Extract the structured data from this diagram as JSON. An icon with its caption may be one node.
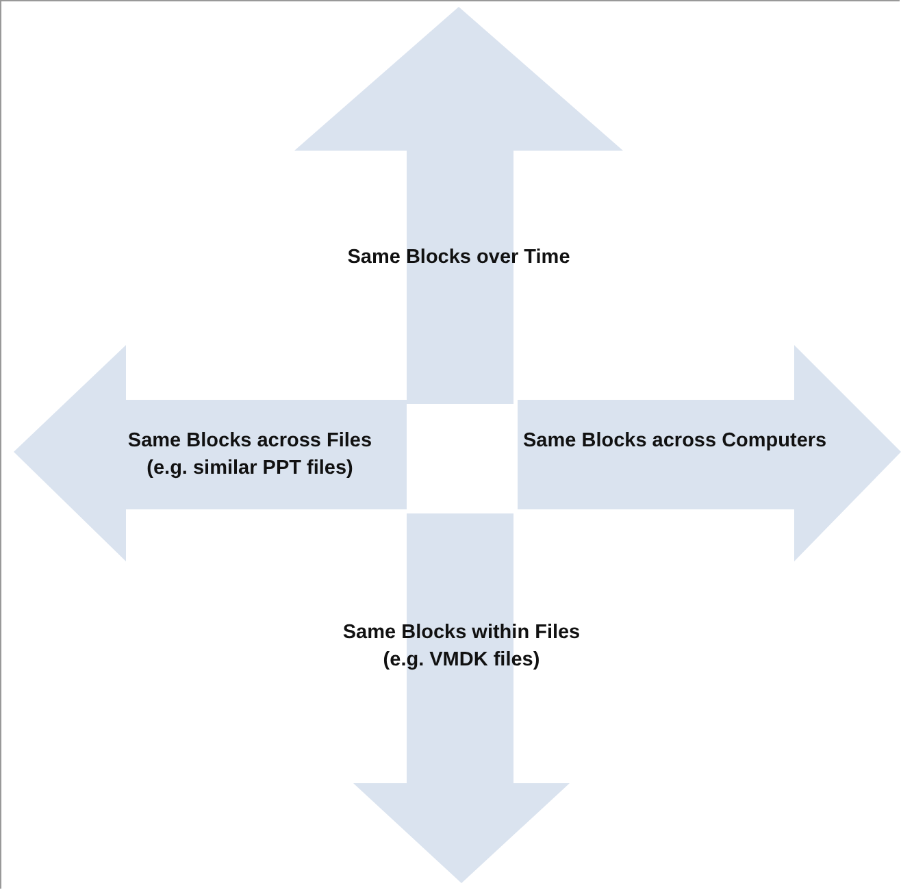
{
  "diagram": {
    "nodes": [
      {
        "text": [
          "Same Blocks over Time"
        ]
      },
      {
        "text": [
          "Same Blocks across Files",
          "(e.g. similar PPT files)"
        ]
      },
      {
        "text": [
          "Same Blocks across Computers"
        ]
      },
      {
        "text": [
          "Same Blocks within Files",
          "(e.g. VMDK files)"
        ]
      }
    ]
  }
}
